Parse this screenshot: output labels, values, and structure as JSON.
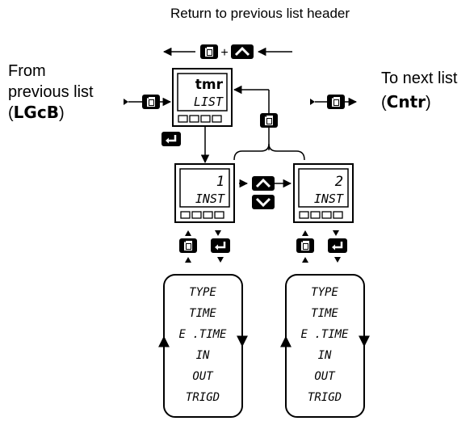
{
  "header": {
    "return_label": "Return to previous list header"
  },
  "left": {
    "line1": "From",
    "line2": "previous list",
    "code_open": "(",
    "code": "LGcB",
    "code_close": ")"
  },
  "right": {
    "line1": "To next list",
    "code_open": "(",
    "code": "Cntr",
    "code_close": ")"
  },
  "top_display": {
    "line1": "tmr",
    "line2": "LIST"
  },
  "instances": [
    {
      "number": "1",
      "label": "INST"
    },
    {
      "number": "2",
      "label": "INST"
    }
  ],
  "parameters": [
    "TYPE",
    "TIME",
    "E .TIME",
    "IN",
    "OUT",
    "TRIGD"
  ],
  "plus": "+",
  "icons": {
    "page": "page-key-icon",
    "up": "up-key-icon",
    "down": "down-key-icon",
    "enter": "enter-key-icon"
  }
}
